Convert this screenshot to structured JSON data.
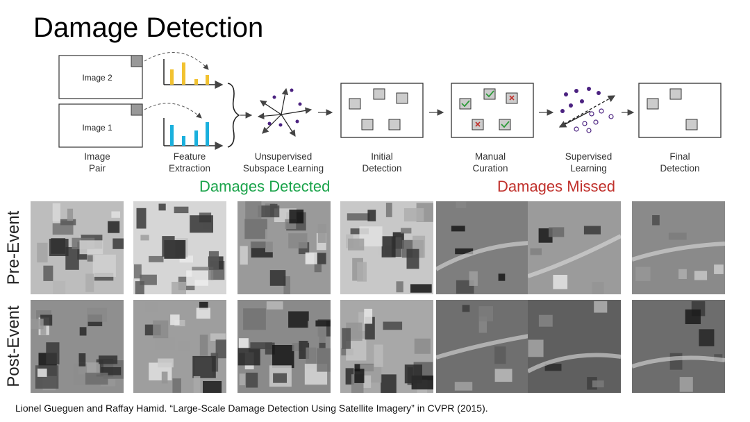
{
  "title": "Damage Detection",
  "pipeline": {
    "image_pair_top": "Image 2",
    "image_pair_bottom": "Image 1",
    "stages": [
      {
        "label": "Image\nPair"
      },
      {
        "label": "Feature\nExtraction"
      },
      {
        "label": "Unsupervised\nSubspace Learning"
      },
      {
        "label": "Initial\nDetection"
      },
      {
        "label": "Manual\nCuration"
      },
      {
        "label": "Supervised\nLearning"
      },
      {
        "label": "Final\nDetection"
      }
    ]
  },
  "sections": {
    "detected": {
      "label": "Damages Detected",
      "color": "#1aa34a"
    },
    "missed": {
      "label": "Damages Missed",
      "color": "#c0302b"
    }
  },
  "rows": {
    "pre": "Pre-Event",
    "post": "Post-Event"
  },
  "colors": {
    "bar_top": "#f2c230",
    "bar_bottom": "#1ab0dd",
    "dots": "#4b2280",
    "check": "#2e9a3a",
    "cross": "#c0302b"
  },
  "citation": "Lionel Gueguen and Raffay Hamid. “Large-Scale Damage Detection Using Satellite Imagery” in CVPR (2015)."
}
